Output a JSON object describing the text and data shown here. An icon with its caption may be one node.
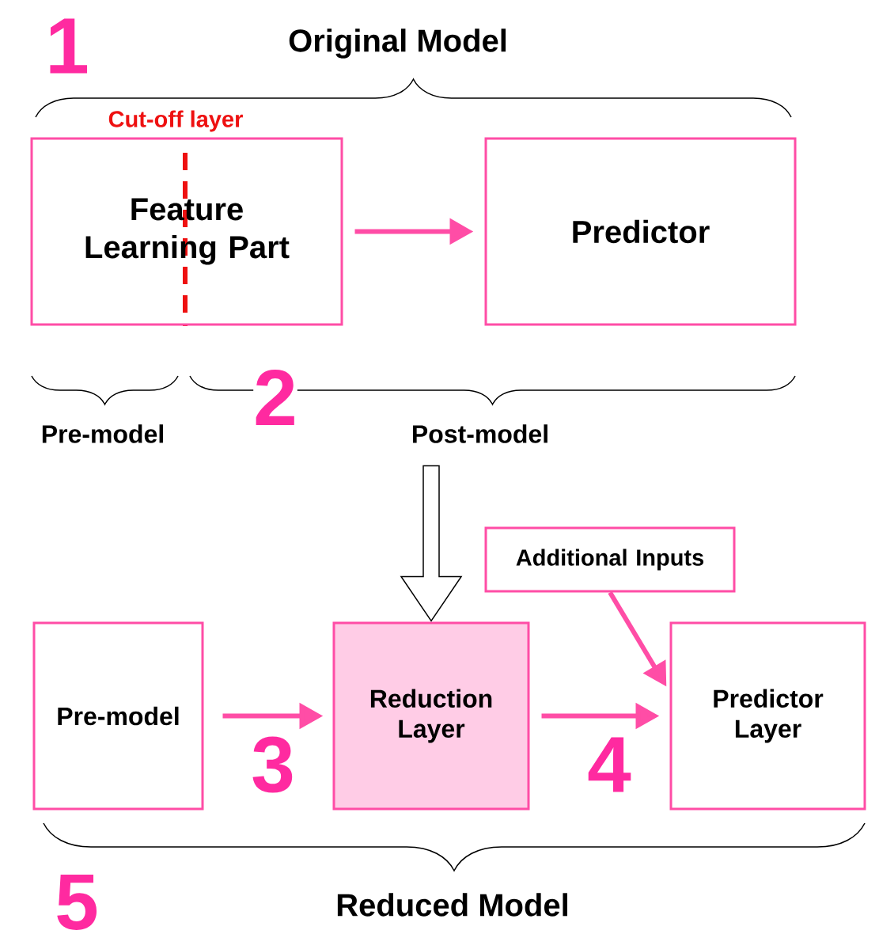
{
  "diagram": {
    "nodes": [
      {
        "text": [
          "Feature Learning Part"
        ]
      },
      {
        "text": [
          "Predictor"
        ]
      },
      {
        "text": [
          "Additional Inputs"
        ]
      },
      {
        "text": [
          "Pre-model"
        ]
      },
      {
        "text": [
          "Reduction Layer"
        ]
      },
      {
        "text": [
          "Predictor Layer"
        ]
      }
    ],
    "edges": [
      {
        "from": 0,
        "to": 1,
        "arrow": "to"
      },
      {
        "from": 3,
        "to": 4,
        "arrow": "to"
      },
      {
        "from": 4,
        "to": 5,
        "arrow": "to"
      },
      {
        "from": 2,
        "to": 5,
        "arrow": "to"
      },
      {
        "from": null,
        "to": 4,
        "arrow": "to",
        "style": "thick",
        "color": "#000000"
      }
    ],
    "labels": [
      "1",
      "Original Model",
      "Cut-off layer",
      "2",
      "Pre-model",
      "Post-model",
      "3",
      "4",
      "5",
      "Reduced Model"
    ]
  }
}
